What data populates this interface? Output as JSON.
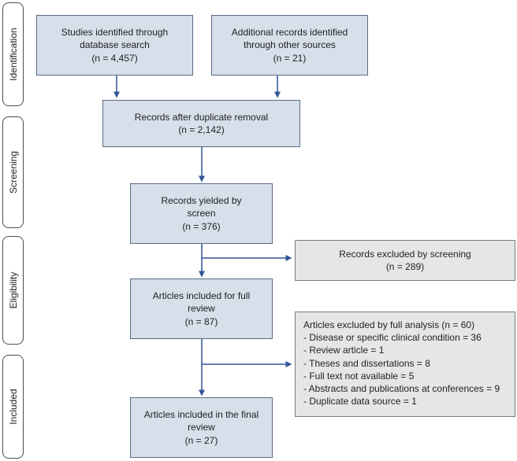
{
  "phases": {
    "identification": "Identification",
    "screening": "Screening",
    "eligibility": "Eligibility",
    "included": "Included"
  },
  "boxes": {
    "database": {
      "line1": "Studies identified through",
      "line2": "database search",
      "line3": "(n = 4,457)"
    },
    "additional": {
      "line1": "Additional records identified",
      "line2": "through other sources",
      "line3": "(n = 21)"
    },
    "duplicates": {
      "line1": "Records after duplicate removal",
      "line2": "(n = 2,142)"
    },
    "screened": {
      "line1": "Records yielded by",
      "line2": "screen",
      "line3": "(n = 376)"
    },
    "excluded_screen": {
      "line1": "Records excluded by screening",
      "line2": "(n = 289)"
    },
    "full_review": {
      "line1": "Articles included for full",
      "line2": "review",
      "line3": "(n = 87)"
    },
    "excluded_full": {
      "title": "Articles excluded by full analysis (n = 60)",
      "items": [
        "- Disease or specific clinical condition = 36",
        "- Review article = 1",
        "- Theses and dissertations = 8",
        "- Full text not available = 5",
        "- Abstracts and publications at conferences = 9",
        "- Duplicate data source = 1"
      ]
    },
    "final": {
      "line1": "Articles included in the final",
      "line2": "review",
      "line3": "(n = 27)"
    }
  },
  "colors": {
    "box_fill": "#d6dfea",
    "box_border": "#5b6b84",
    "excluded_fill": "#e6e6e6",
    "arrow": "#2f5597"
  }
}
